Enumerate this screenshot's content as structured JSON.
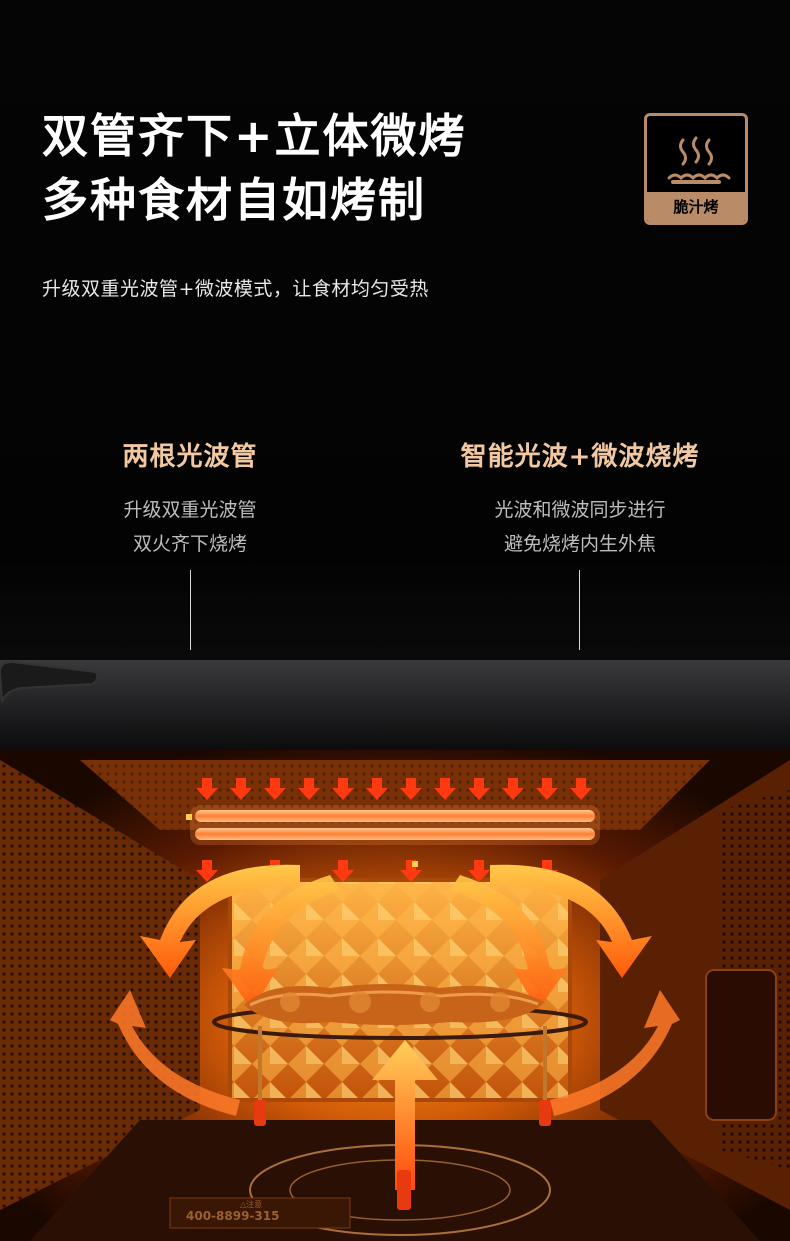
{
  "hero": {
    "headline_line1": "双管齐下+立体微烤",
    "headline_line2": "多种食材自如烤制",
    "subtitle": "升级双重光波管+微波模式，让食材均匀受热"
  },
  "mode_badge": {
    "label": "脆汁烤",
    "icon": "steam-heat-icon",
    "border_color": "#b98b67"
  },
  "features": [
    {
      "title": "两根光波管",
      "lines": [
        "升级双重光波管",
        "双火齐下烧烤"
      ]
    },
    {
      "title": "智能光波+微波烧烤",
      "lines": [
        "光波和微波同步进行",
        "避免烧烤内生外焦"
      ]
    }
  ],
  "oven_panel": {
    "label_warning": "△注意",
    "hotline": "400-8899-315"
  },
  "colors": {
    "accent_gold": "#f2c8a2",
    "heat_orange": "#ff6a10",
    "glow_yellow": "#ffcf4a"
  }
}
